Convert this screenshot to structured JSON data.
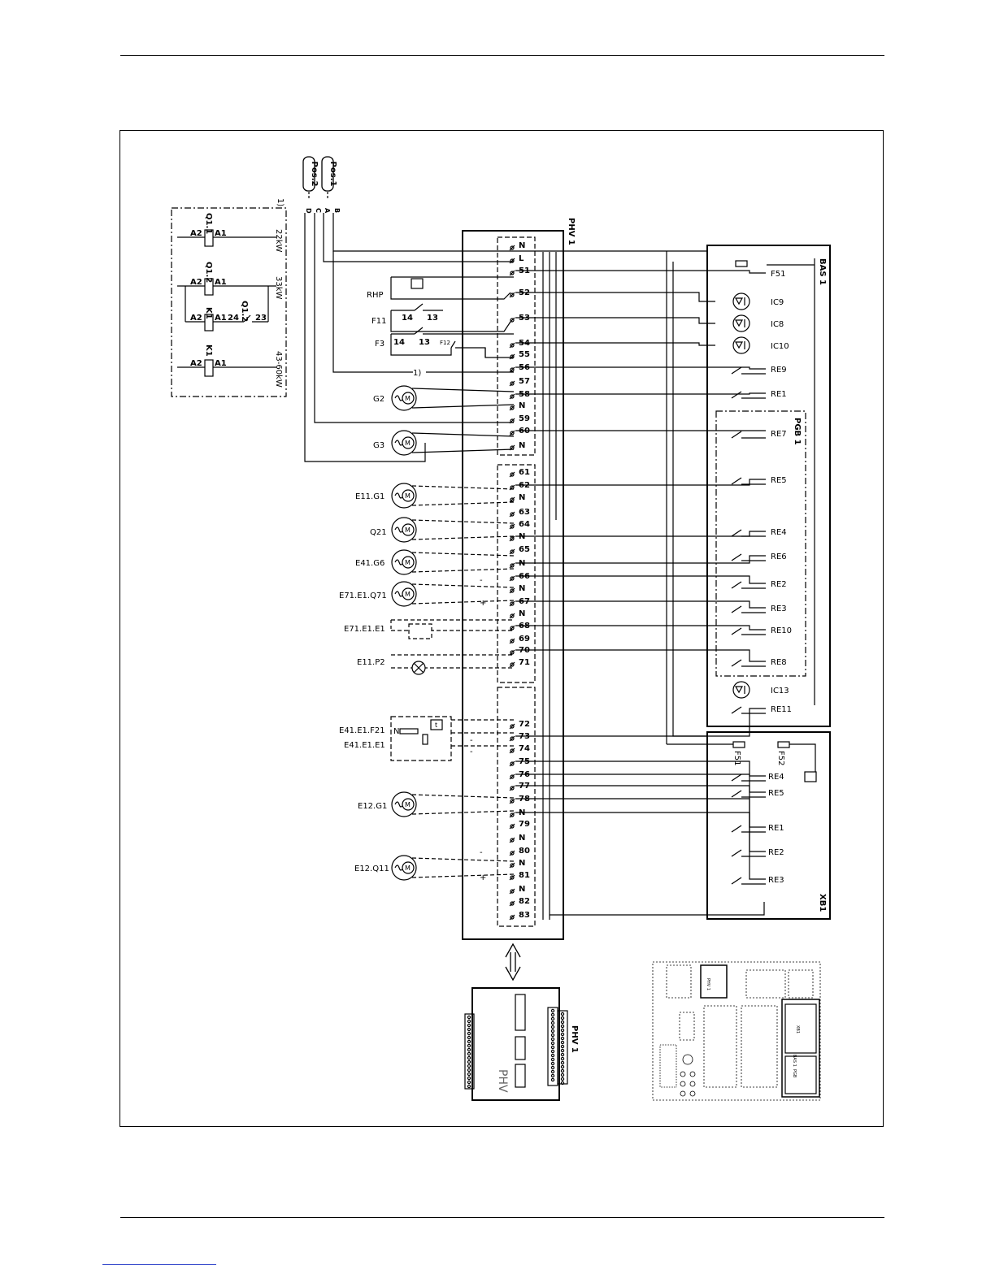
{
  "bus_labels": {
    "pos2": "Pos.2",
    "pos1": "Pos.1",
    "d": "D",
    "c": "C",
    "a": "A",
    "b": "B",
    "footnote": "1)"
  },
  "contactor_box": {
    "note": "1)",
    "rows": [
      {
        "coil": "Q1.1",
        "a2": "A2",
        "a1": "A1",
        "rating": "22kW"
      },
      {
        "coil": "Q1.2",
        "a2": "A2",
        "a1": "A1",
        "rating": "33kW"
      },
      {
        "coil": "K1",
        "a2": "A2",
        "a1": "A1",
        "contact": "Q1.2",
        "c24": "24",
        "c23": "23"
      },
      {
        "coil": "K1",
        "a2": "A2",
        "a1": "A1",
        "rating": "43-60kW"
      }
    ]
  },
  "phv_title": "PHV 1",
  "phv_board_title": "PHV 1",
  "phv_board_text": "PHV",
  "bas_title": "BAS 1",
  "pgb_title": "PGB 1",
  "xb_title": "XB1",
  "terminals": [
    "N",
    "L",
    "51",
    "52",
    "53",
    "54",
    "55",
    "56",
    "57",
    "58",
    "N",
    "59",
    "60",
    "N",
    "61",
    "62",
    "N",
    "63",
    "64",
    "N",
    "65",
    "N",
    "66",
    "N",
    "67",
    "N",
    "68",
    "69",
    "70",
    "71",
    "72",
    "73",
    "74",
    "75",
    "76",
    "77",
    "78",
    "N",
    "79",
    "N",
    "80",
    "N",
    "81",
    "N",
    "82",
    "83"
  ],
  "left_components": [
    {
      "name": "RHP"
    },
    {
      "name": "F11",
      "c1": "14",
      "c2": "13"
    },
    {
      "name": "F3",
      "c1": "14",
      "c2": "13",
      "f12": "F12"
    },
    {
      "name": "G2"
    },
    {
      "name": "G3"
    },
    {
      "name": "E11.G1"
    },
    {
      "name": "Q21"
    },
    {
      "name": "E41.G6"
    },
    {
      "name": "E71.E1.Q71"
    },
    {
      "name": "E71.E1.E1"
    },
    {
      "name": "E11.P2"
    },
    {
      "name": "E41.E1.F21"
    },
    {
      "name": "E41.E1.E1"
    },
    {
      "name": "E12.G1"
    },
    {
      "name": "E12.Q11"
    }
  ],
  "signs": {
    "minus": "-",
    "plus": "+",
    "n": "N",
    "t": "t"
  },
  "bas_items": [
    "F51",
    "IC9",
    "IC8",
    "IC10",
    "RE9",
    "RE1",
    "RE7",
    "RE5",
    "RE4",
    "RE6",
    "RE2",
    "RE3",
    "RE10",
    "RE8",
    "IC13",
    "RE11"
  ],
  "xb_items": [
    "F51",
    "F52",
    "RE4",
    "RE5",
    "RE1",
    "RE2",
    "RE3"
  ],
  "motor_symbol": "M",
  "mini_layout_labels": {
    "phv": "PHV 1",
    "xb": "XB1",
    "bas": "BAS 1",
    "pgb": "PGB"
  }
}
